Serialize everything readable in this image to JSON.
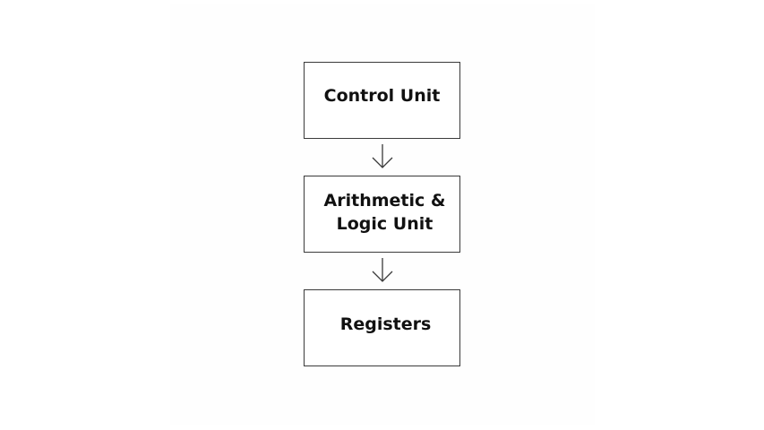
{
  "diagram": {
    "nodes": [
      {
        "id": "control-unit",
        "label": "Control Unit"
      },
      {
        "id": "alu",
        "label": "Arithmetic &\nLogic Unit"
      },
      {
        "id": "registers",
        "label": "Registers"
      }
    ],
    "edges": [
      {
        "from": "control-unit",
        "to": "alu"
      },
      {
        "from": "alu",
        "to": "registers"
      }
    ]
  },
  "colors": {
    "background": "#ffffff",
    "border": "#3a3a3a",
    "text": "#111111"
  }
}
